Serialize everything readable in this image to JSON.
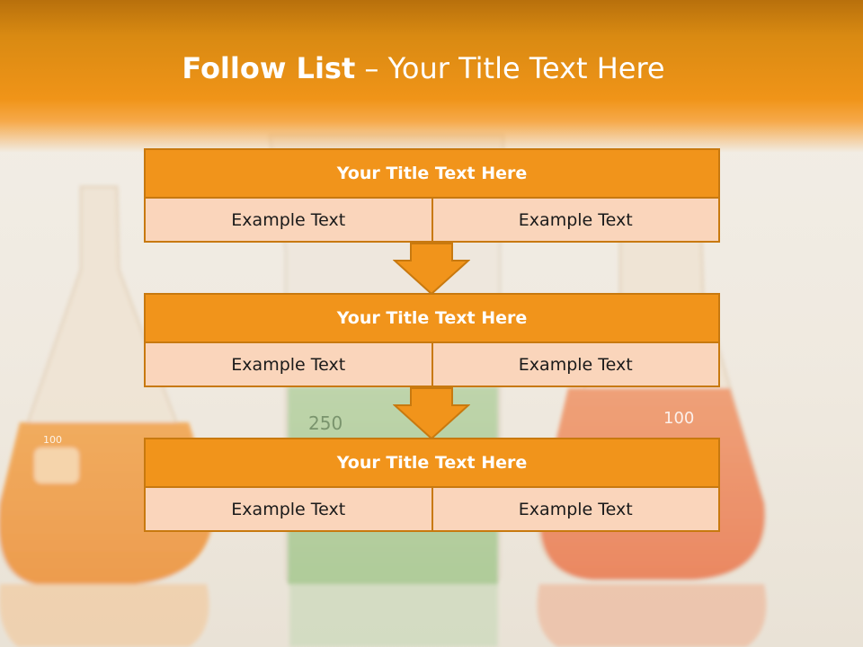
{
  "slide": {
    "title_bold": "Follow List",
    "title_rest": "– Your Title Text Here"
  },
  "blocks": [
    {
      "title": "Your Title Text Here",
      "left": "Example Text",
      "right": "Example Text"
    },
    {
      "title": "Your Title Text Here",
      "left": "Example Text",
      "right": "Example Text"
    },
    {
      "title": "Your Title Text Here",
      "left": "Example Text",
      "right": "Example Text"
    }
  ],
  "background_labels": {
    "flask_left": "100",
    "beaker_center": "250",
    "flask_right": "100"
  },
  "colors": {
    "accent": "#f1941b",
    "border": "#c8790f",
    "cell_fill": "#fad5bb",
    "header_top": "#b8700c"
  }
}
